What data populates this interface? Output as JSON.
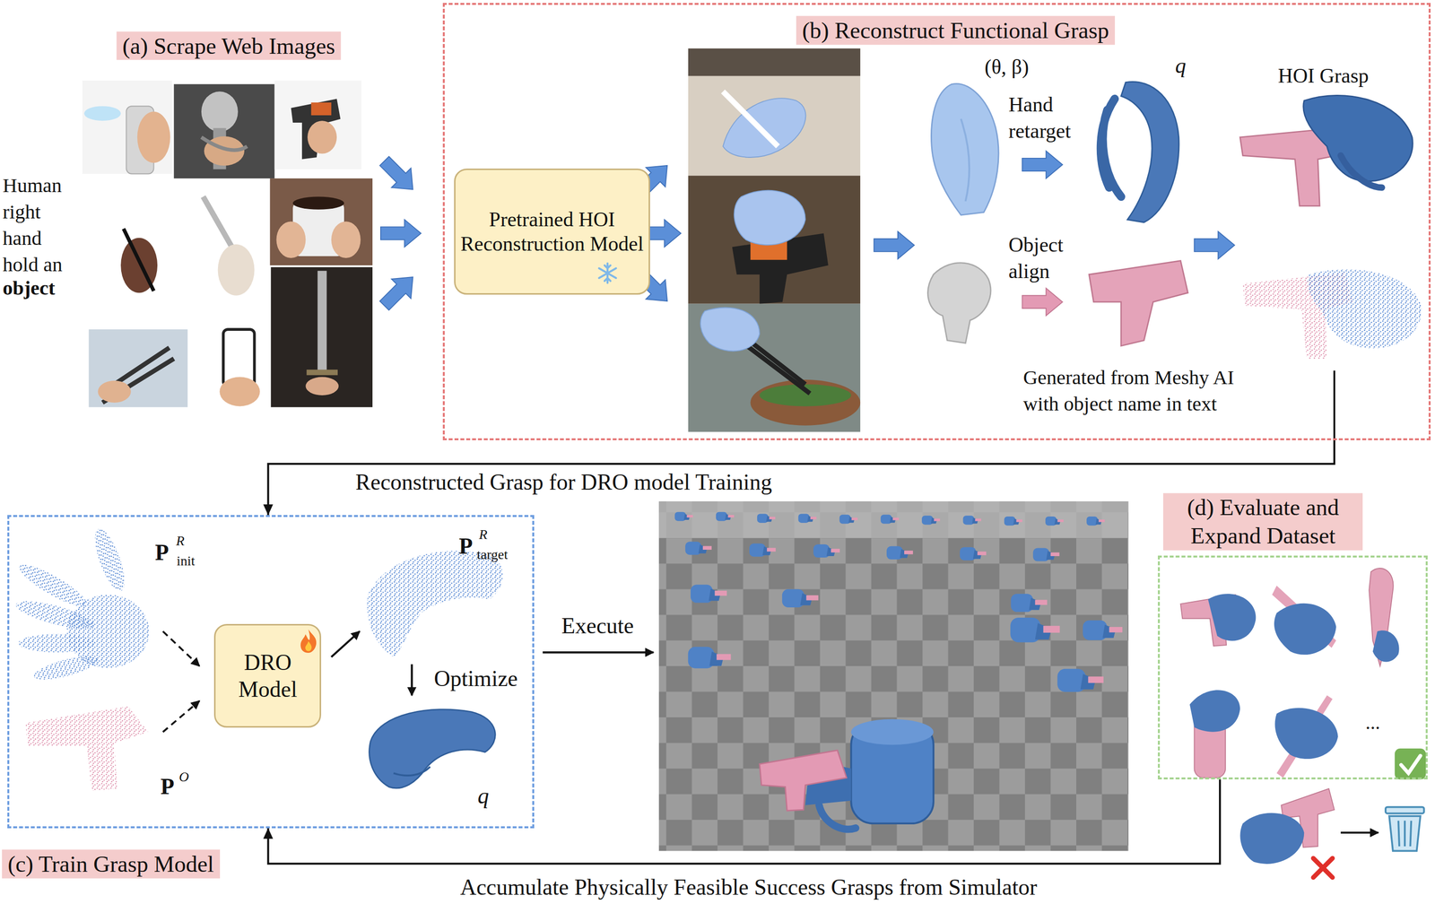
{
  "diagram": {
    "nodes": [
      {
        "text": [
          "(b) Reconstruct Functional Grasp"
        ]
      },
      {
        "text": [
          "Pretrained HOI Reconstruction Model"
        ],
        "in": 0
      },
      {
        "text": [
          "(c) Train Grasp Model"
        ]
      },
      {
        "text": [
          "DRO Model"
        ],
        "in": 2
      },
      {
        "text": [
          "(d) Evaluate and Expand Dataset"
        ]
      }
    ],
    "edges": [
      {
        "from": 0,
        "to": 2,
        "arrow": "to",
        "label": "Reconstructed Grasp for DRO model Training"
      },
      {
        "from": 4,
        "to": 2,
        "arrow": "to",
        "label": "Accumulate Physically Feasible Success Grasps from Simulator"
      }
    ],
    "labels": [
      "(a) Scrape Web Images",
      "Human right hand hold an",
      "object",
      "(θ, β)",
      "q",
      "HOI Grasp",
      "Hand retarget",
      "Object align",
      "Generated from Meshy AI with object name in text",
      "P",
      "R",
      "init",
      "P",
      "R",
      "target",
      "P",
      "O",
      "Optimize",
      "q",
      "Execute",
      "..."
    ]
  }
}
